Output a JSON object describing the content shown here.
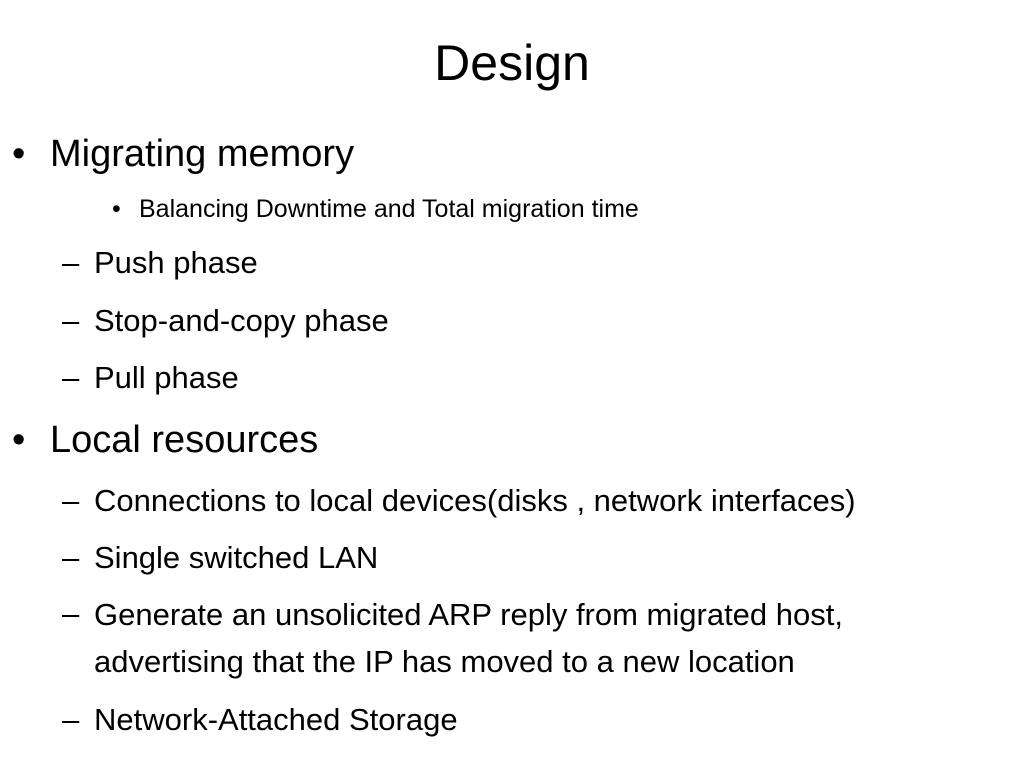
{
  "slide": {
    "title": "Design",
    "bullet_marker": "•",
    "dash_marker": "–",
    "items": [
      {
        "level": 1,
        "text": "Migrating memory"
      },
      {
        "level": 3,
        "text": "Balancing Downtime and Total migration time"
      },
      {
        "level": 2,
        "text": "Push phase"
      },
      {
        "level": 2,
        "text": "Stop-and-copy phase"
      },
      {
        "level": 2,
        "text": "Pull phase"
      },
      {
        "level": 1,
        "text": "Local resources"
      },
      {
        "level": 2,
        "text": "Connections to local devices(disks , network interfaces)"
      },
      {
        "level": 2,
        "text": "Single switched LAN"
      },
      {
        "level": 2,
        "text": "Generate an unsolicited ARP reply from migrated host, advertising that the IP has moved to a new location"
      },
      {
        "level": 2,
        "text": "Network-Attached Storage"
      }
    ]
  }
}
